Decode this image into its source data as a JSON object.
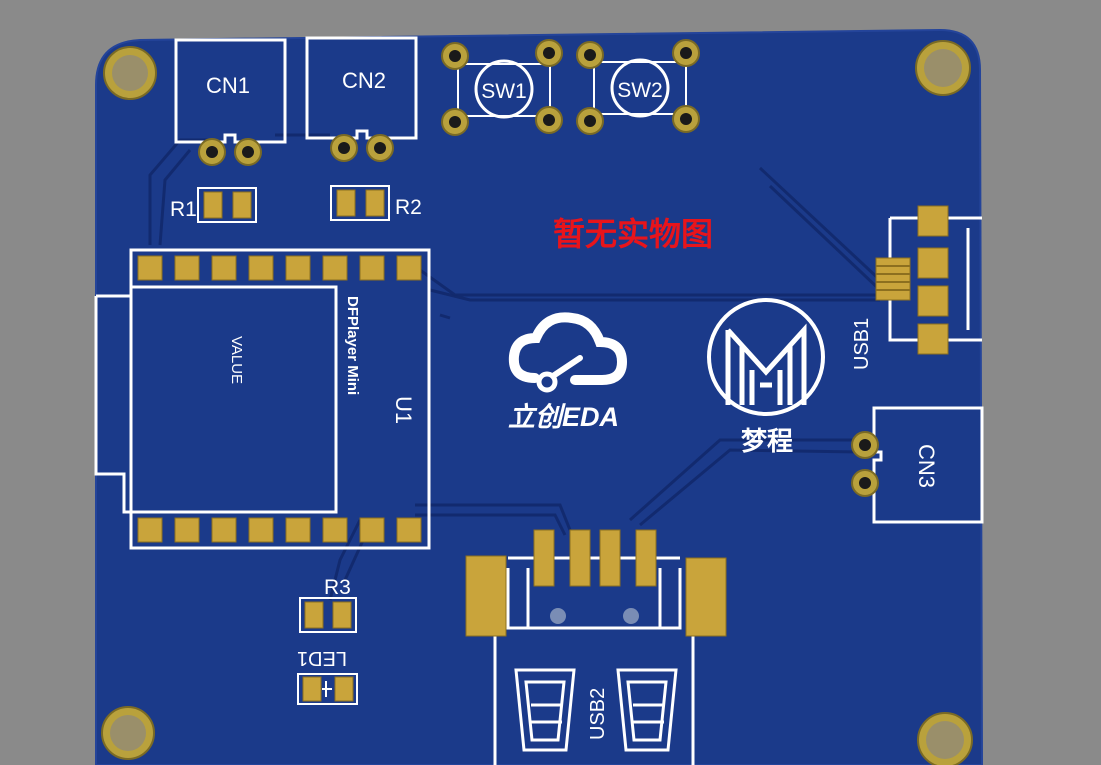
{
  "board": {
    "notice": "暂无实物图",
    "components": {
      "cn1": "CN1",
      "cn2": "CN2",
      "cn3": "CN3",
      "sw1": "SW1",
      "sw2": "SW2",
      "r1": "R1",
      "r2": "R2",
      "r3": "R3",
      "led1": "LED1",
      "u1": "U1",
      "u1_module": "DFPlayer Mini",
      "u1_value": "VALUE",
      "usb1": "USB1",
      "usb2": "USB2"
    },
    "logos": {
      "eda": "立创EDA",
      "mengcheng": "梦程"
    },
    "colors": {
      "background": "#8a8a8a",
      "board": "#1b3a8a",
      "silkscreen": "#ffffff",
      "pad": "#c9a43b",
      "notice": "#e8141b"
    }
  }
}
